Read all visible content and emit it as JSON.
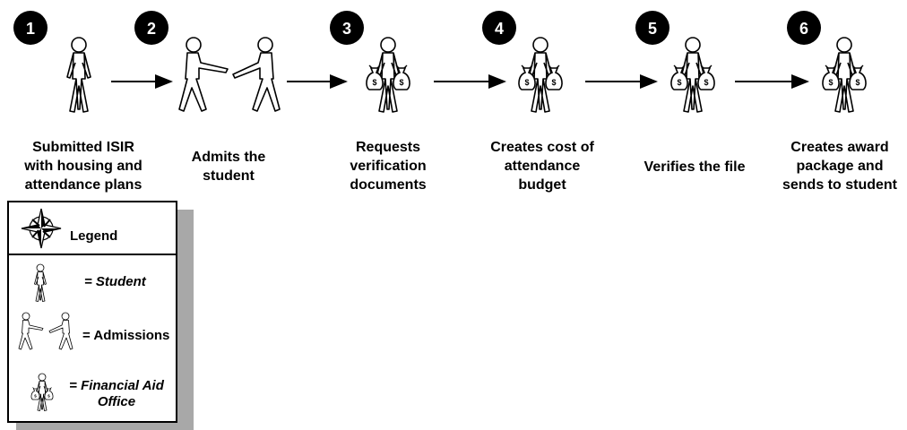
{
  "steps": [
    {
      "number": "1",
      "label_lines": [
        "Submitted ISIR",
        "with housing and",
        "attendance plans"
      ],
      "actor": "Student"
    },
    {
      "number": "2",
      "label_lines": [
        "Admits the",
        "student"
      ],
      "actor": "Admissions"
    },
    {
      "number": "3",
      "label_lines": [
        "Requests",
        "verification",
        "documents"
      ],
      "actor": "Financial Aid Office"
    },
    {
      "number": "4",
      "label_lines": [
        "Creates cost of",
        "attendance",
        "budget"
      ],
      "actor": "Financial Aid Office"
    },
    {
      "number": "5",
      "label_lines": [
        "Verifies the file"
      ],
      "actor": "Financial Aid Office"
    },
    {
      "number": "6",
      "label_lines": [
        "Creates award",
        "package and",
        "sends to student"
      ],
      "actor": "Financial Aid Office"
    }
  ],
  "legend": {
    "title": "Legend",
    "entries": [
      {
        "icon": "student-figure-icon",
        "text": "= Student"
      },
      {
        "icon": "admissions-handshake-icon",
        "text": "= Admissions"
      },
      {
        "icon": "financial-aid-figure-icon",
        "text_lines": [
          "= Financial Aid",
          "Office"
        ]
      }
    ]
  },
  "colors": {
    "badge": "#000000",
    "line": "#000000",
    "background": "#ffffff",
    "shadow": "#a8a8a8"
  }
}
